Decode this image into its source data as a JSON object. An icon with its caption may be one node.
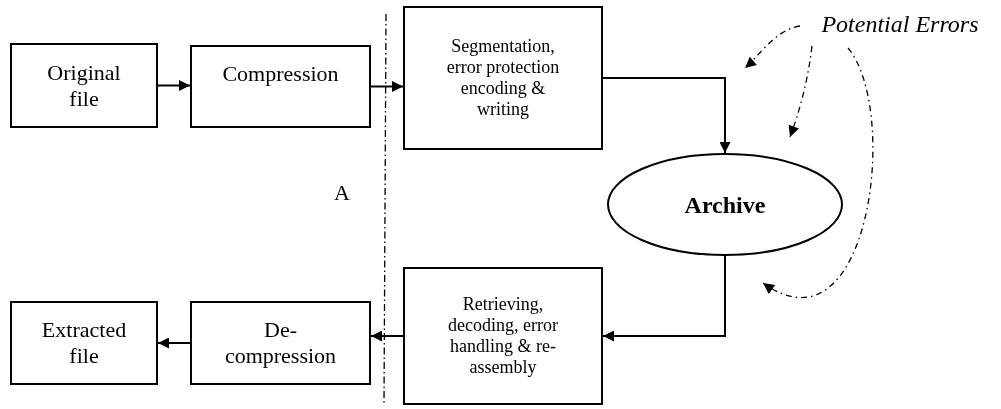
{
  "diagram": {
    "nodes": [
      {
        "text": [
          "Original file"
        ]
      },
      {
        "text": [
          "Compression"
        ]
      },
      {
        "text": [
          "Segmentation, error protection encoding & writing"
        ]
      },
      {
        "text": [
          "Archive"
        ]
      },
      {
        "text": [
          "Potential Errors"
        ]
      },
      {
        "text": [
          "Retrieving, decoding, error handling & re-assembly"
        ]
      },
      {
        "text": [
          "De-compression"
        ]
      },
      {
        "text": [
          "Extracted file"
        ]
      }
    ],
    "edges": [
      {
        "from": 0,
        "to": 1,
        "arrow": "to"
      },
      {
        "from": 1,
        "to": 2,
        "arrow": "to"
      },
      {
        "from": 2,
        "to": 3,
        "arrow": "to"
      },
      {
        "from": 3,
        "to": 5,
        "arrow": "to"
      },
      {
        "from": 5,
        "to": 6,
        "arrow": "to"
      },
      {
        "from": 6,
        "to": 7,
        "arrow": "to"
      },
      {
        "from": 4,
        "to": null,
        "arrow": "to",
        "style": "dashed"
      },
      {
        "from": 4,
        "to": null,
        "arrow": "to",
        "style": "dashed"
      },
      {
        "from": 4,
        "to": null,
        "arrow": "to",
        "style": "dashed"
      }
    ],
    "labels": [
      "A"
    ]
  }
}
